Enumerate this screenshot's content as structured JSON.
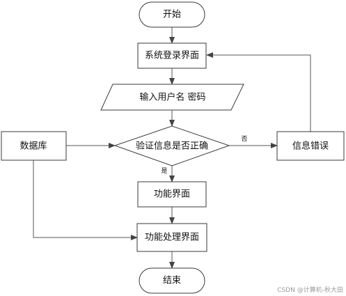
{
  "nodes": {
    "start": "开始",
    "login": "系统登录界面",
    "input": "输入用户名 密码",
    "verify": "验证信息是否正确",
    "error": "信息错误",
    "database": "数据库",
    "function": "功能界面",
    "process": "功能处理界面",
    "end": "结束"
  },
  "edge_labels": {
    "no": "否",
    "yes": "是"
  },
  "watermark": "CSDN @计算机-秋大田"
}
